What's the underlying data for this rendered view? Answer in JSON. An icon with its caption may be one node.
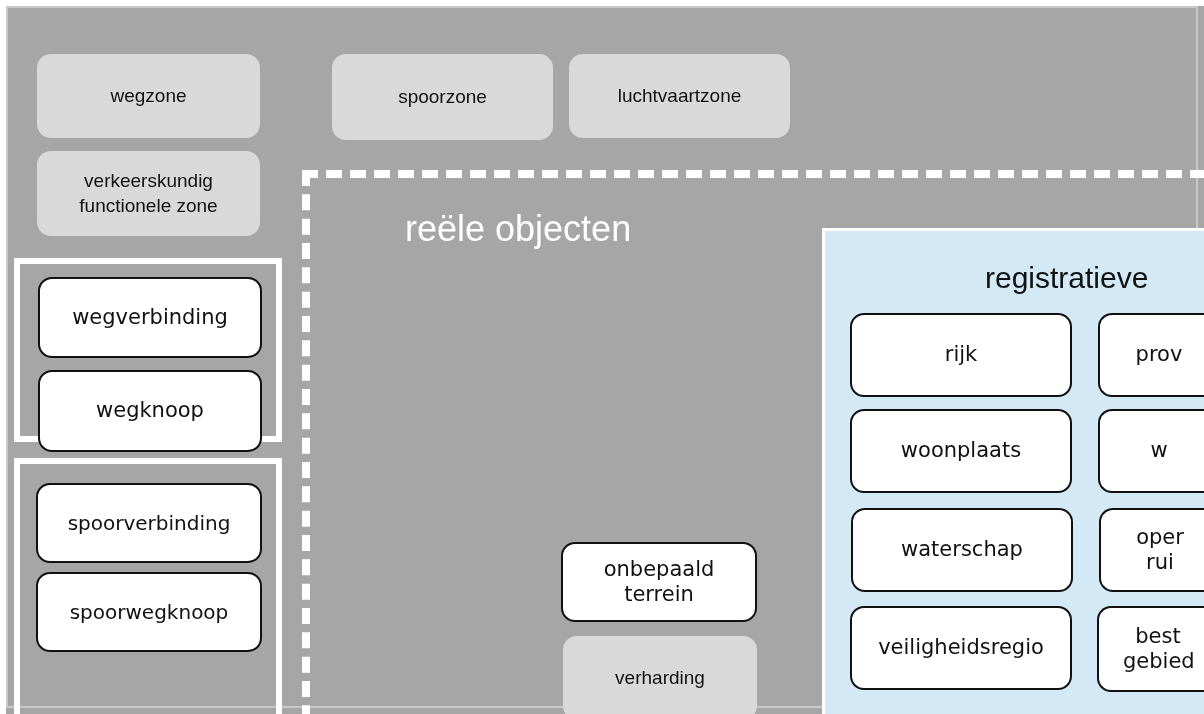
{
  "diagram": {
    "nodes": [
      {
        "text": [
          "wegzone"
        ]
      },
      {
        "text": [
          "spoorzone"
        ]
      },
      {
        "text": [
          "luchtvaartzone"
        ]
      },
      {
        "text": [
          "verkeerskundig functionele zone"
        ]
      },
      {
        "text": [],
        "shape": "box"
      },
      {
        "text": [
          "wegverbinding"
        ],
        "in": 4
      },
      {
        "text": [
          "wegknoop"
        ],
        "in": 4
      },
      {
        "text": [],
        "shape": "box"
      },
      {
        "text": [
          "spoorverbinding"
        ],
        "in": 7
      },
      {
        "text": [
          "spoorwegknoop"
        ],
        "in": 7
      },
      {
        "text": [
          "reële objecten"
        ]
      },
      {
        "text": [
          "registratieve"
        ],
        "in": 10
      },
      {
        "text": [
          "rijk"
        ],
        "in": 11
      },
      {
        "text": [
          "prov"
        ],
        "in": 11
      },
      {
        "text": [
          "woonplaats"
        ],
        "in": 11
      },
      {
        "text": [
          "w"
        ],
        "in": 11
      },
      {
        "text": [
          "waterschap"
        ],
        "in": 11
      },
      {
        "text": [
          "oper rui"
        ],
        "in": 11
      },
      {
        "text": [
          "veiligheidsregio"
        ],
        "in": 11
      },
      {
        "text": [
          "best gebied"
        ],
        "in": 11
      },
      {
        "text": [
          "onbepaald terrein"
        ],
        "in": 10
      },
      {
        "text": [
          "verharding"
        ],
        "in": 10
      }
    ]
  }
}
